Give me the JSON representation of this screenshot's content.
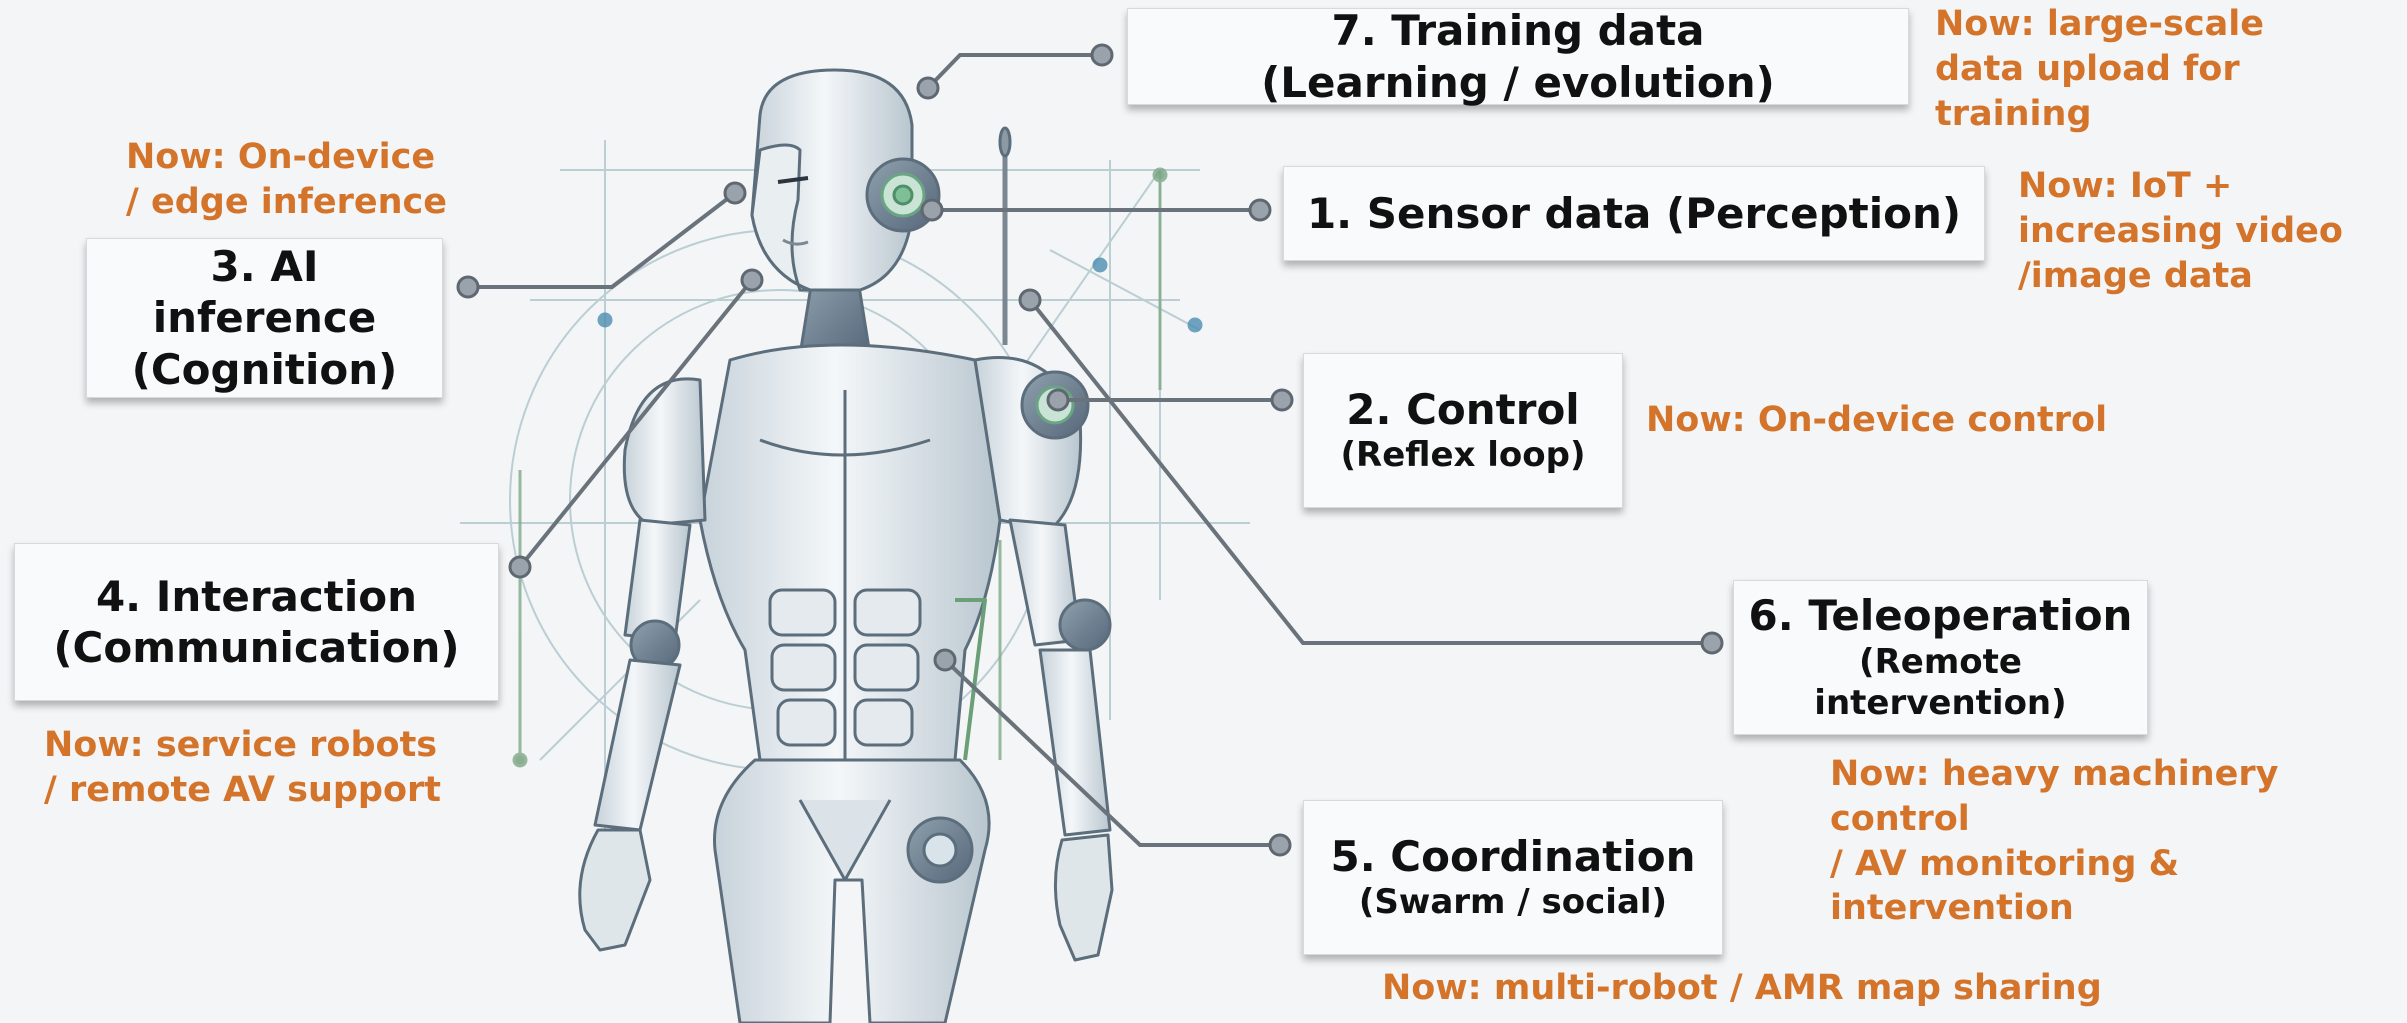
{
  "colors": {
    "background": "#f3f5f6",
    "card_background": "#f8fafb",
    "card_text": "#111111",
    "note_text": "#d4732a",
    "connector": "#6a737b",
    "blueprint_line": "#9cb8c2"
  },
  "figure": {
    "subject": "humanoid robot illustration",
    "icon": "robot-icon"
  },
  "cards": {
    "training": {
      "line1": "7. Training data",
      "line2": "(Learning / evolution)"
    },
    "sensor": {
      "line1": "1. Sensor data (Perception)"
    },
    "inference": {
      "line1": "3. AI",
      "line2": "inference",
      "line3": "(Cognition)"
    },
    "control": {
      "line1": "2. Control",
      "line2": "(Reflex loop)"
    },
    "interaction": {
      "line1": "4. Interaction",
      "line2": "(Communication)"
    },
    "teleoperation": {
      "line1": "6. Teleoperation",
      "line2": "(Remote",
      "line3": "intervention)"
    },
    "coordination": {
      "line1": "5. Coordination",
      "line2": "(Swarm / social)"
    }
  },
  "notes": {
    "training": "Now: large-scale\ndata upload for training",
    "sensor": "Now: IoT +\n increasing video\n/image data",
    "inference": "Now: On-device\n/ edge inference",
    "control": "Now: On-device control",
    "interaction": "Now: service robots\n/ remote AV support",
    "teleoperation": "Now: heavy machinery control\n / AV monitoring & intervention",
    "coordination": "Now: multi-robot / AMR map sharing"
  }
}
